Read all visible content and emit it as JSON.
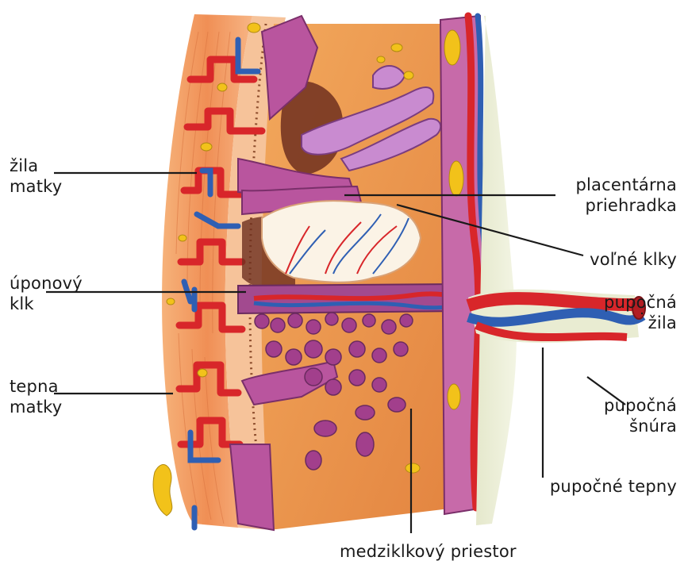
{
  "labels": {
    "zila_matky": [
      "žila",
      "matky"
    ],
    "uponovy_klk": [
      "úponový",
      "klk"
    ],
    "tepna_matky": [
      "tepna",
      "matky"
    ],
    "placentarna_priehradka": [
      "placentárna",
      "priehradka"
    ],
    "volne_klky": [
      "voľné klky"
    ],
    "pupocna_zila": [
      "pupočná",
      "žila"
    ],
    "pupocna_snura": [
      "pupočná",
      "šnúra"
    ],
    "pupocne_tepny": [
      "pupočné tepny"
    ],
    "medziklkovy_priestor": [
      "medziklkový priestor"
    ]
  },
  "colors": {
    "maternal_tissue": "#f4a66a",
    "artery_red": "#d8262a",
    "vein_blue": "#2f5fb3",
    "villus_purple": "#b9559e",
    "intervillous_space": "#ee9a4f",
    "fat_yellow": "#f2c21a",
    "cord_sheath": "#e9ecd2"
  }
}
